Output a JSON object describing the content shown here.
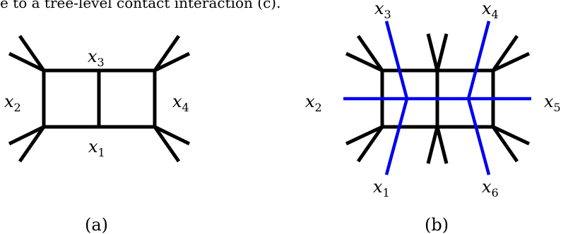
{
  "caption_fragment": "e to a tree-level contact interaction (c).",
  "panels": {
    "a": {
      "label": "(a)",
      "regions": [
        {
          "var": "x",
          "sub": "1"
        },
        {
          "var": "x",
          "sub": "2"
        },
        {
          "var": "x",
          "sub": "3"
        },
        {
          "var": "x",
          "sub": "4"
        }
      ]
    },
    "b": {
      "label": "(b)",
      "regions": [
        {
          "var": "x",
          "sub": "1"
        },
        {
          "var": "x",
          "sub": "2"
        },
        {
          "var": "x",
          "sub": "3"
        },
        {
          "var": "x",
          "sub": "4"
        },
        {
          "var": "x",
          "sub": "5"
        },
        {
          "var": "x",
          "sub": "6"
        }
      ]
    }
  },
  "colors": {
    "graph": "#000000",
    "dual_lines": "#0000ee"
  }
}
